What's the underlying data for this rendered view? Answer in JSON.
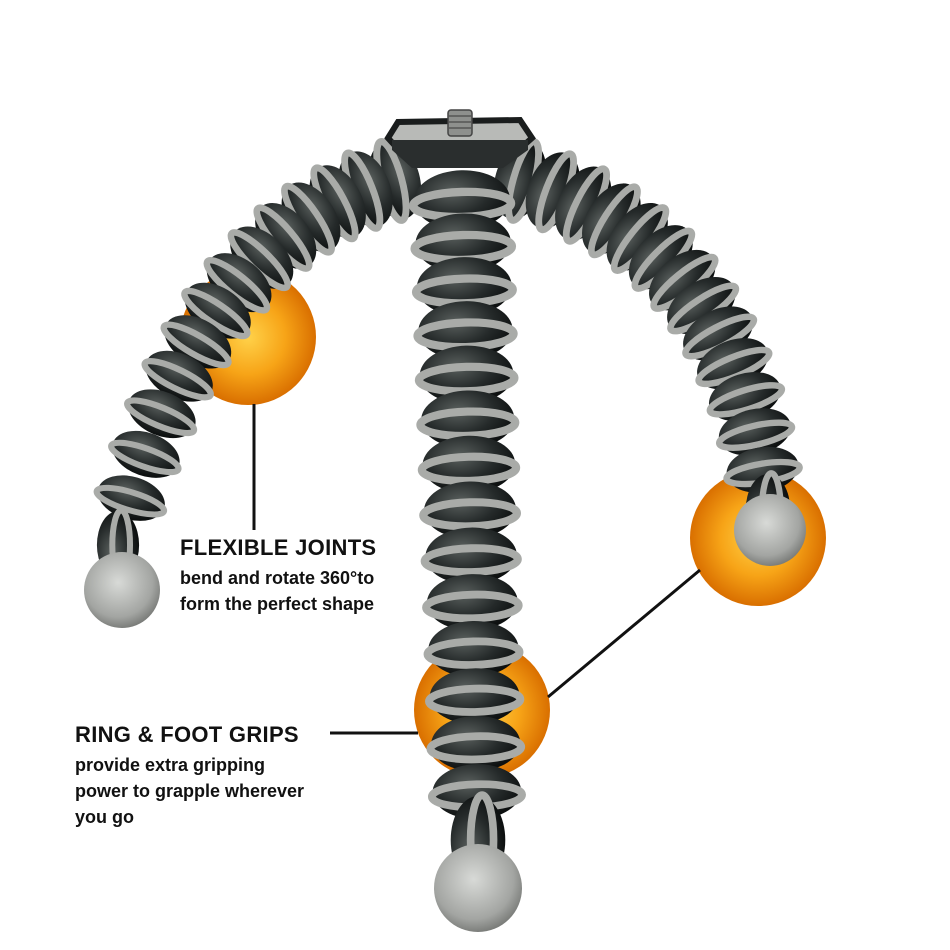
{
  "image": {
    "subject": "gorilla-tripod",
    "highlight_color": "#f39a0e",
    "body_color": "#1f2424",
    "ring_color": "#a9aba8"
  },
  "callouts": {
    "flexible_joints": {
      "title": "FLEXIBLE JOINTS",
      "lines": [
        "bend and rotate 360°to",
        "form the perfect shape"
      ]
    },
    "ring_foot_grips": {
      "title": "RING & FOOT GRIPS",
      "lines": [
        "provide extra gripping",
        "power to grapple wherever",
        "you go"
      ]
    }
  }
}
